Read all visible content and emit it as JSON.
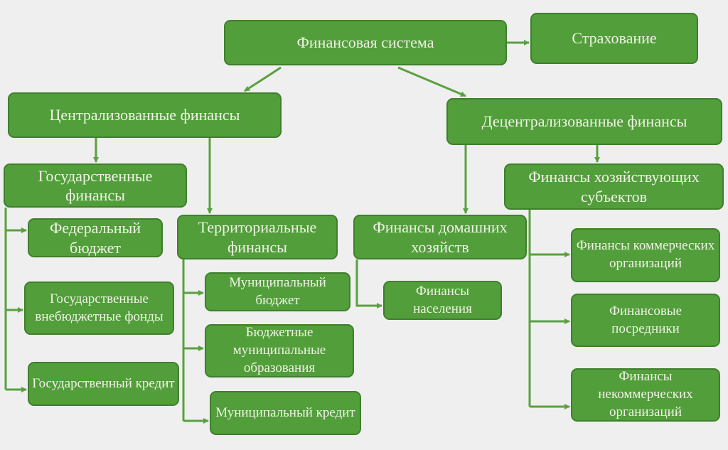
{
  "colors": {
    "fill": "#519e3b",
    "border": "#3f7f2d",
    "line": "#5aa040",
    "text": "#f2f2e6",
    "background": "#efefef"
  },
  "nodes": {
    "financial_system": "Финансовая система",
    "insurance": "Страхование",
    "centralized": "Централизованные финансы",
    "decentralized": "Децентрализованные финансы",
    "state_finance": "Государственные финансы",
    "federal_budget": "Федеральный бюджет",
    "extrabudgetary_funds": "Государственные внебюджетные фонды",
    "state_credit": "Государственный кредит",
    "territorial_finance": "Территориальные финансы",
    "municipal_budget": "Муниципальный бюджет",
    "budget_municipal_entities": "Бюджетные муниципальные образования",
    "municipal_credit": "Муниципальный кредит",
    "household_finance": "Финансы домашних хозяйств",
    "population_finance": "Финансы населения",
    "business_entities_finance": "Финансы хозяйствующих субъектов",
    "commercial_org_finance": "Финансы коммерческих организаций",
    "financial_intermediaries": "Финансовые посредники",
    "noncommercial_org_finance": "Финансы некоммерческих организаций"
  }
}
